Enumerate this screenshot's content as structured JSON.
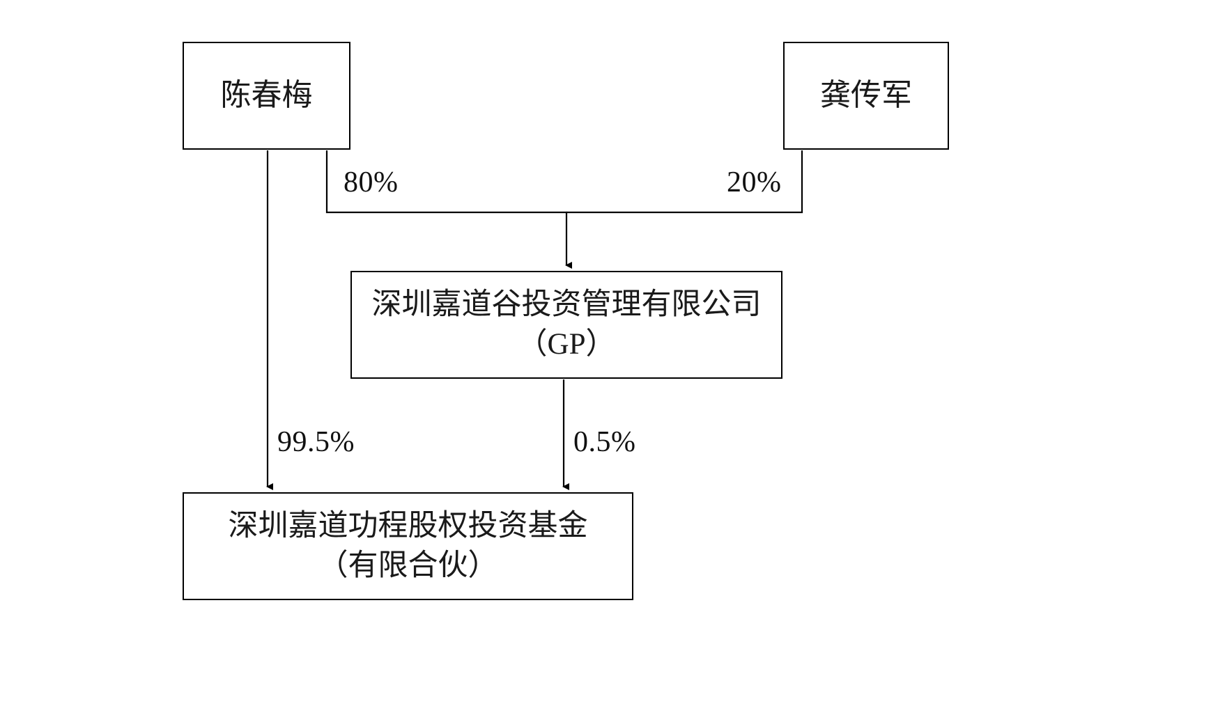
{
  "diagram": {
    "type": "ownership-structure-chart",
    "background_color": "#ffffff",
    "line_color": "#000000",
    "text_color": "#1a1a1a",
    "nodes": [
      {
        "id": "chen",
        "label": "陈春梅",
        "role": "individual-shareholder"
      },
      {
        "id": "gong",
        "label": "龚传军",
        "role": "individual-shareholder"
      },
      {
        "id": "gp",
        "label": "深圳嘉道谷投资管理有限公司\n（GP）",
        "role": "general-partner-company"
      },
      {
        "id": "fund",
        "label": "深圳嘉道功程股权投资基金\n（有限合伙）",
        "role": "limited-partnership-fund"
      }
    ],
    "edges": [
      {
        "id": "chen-to-gp",
        "from": "chen",
        "to": "gp",
        "label": "80%"
      },
      {
        "id": "gong-to-gp",
        "from": "gong",
        "to": "gp",
        "label": "20%"
      },
      {
        "id": "chen-to-fund",
        "from": "chen",
        "to": "fund",
        "label": "99.5%"
      },
      {
        "id": "gp-to-fund",
        "from": "gp",
        "to": "fund",
        "label": "0.5%"
      }
    ]
  }
}
